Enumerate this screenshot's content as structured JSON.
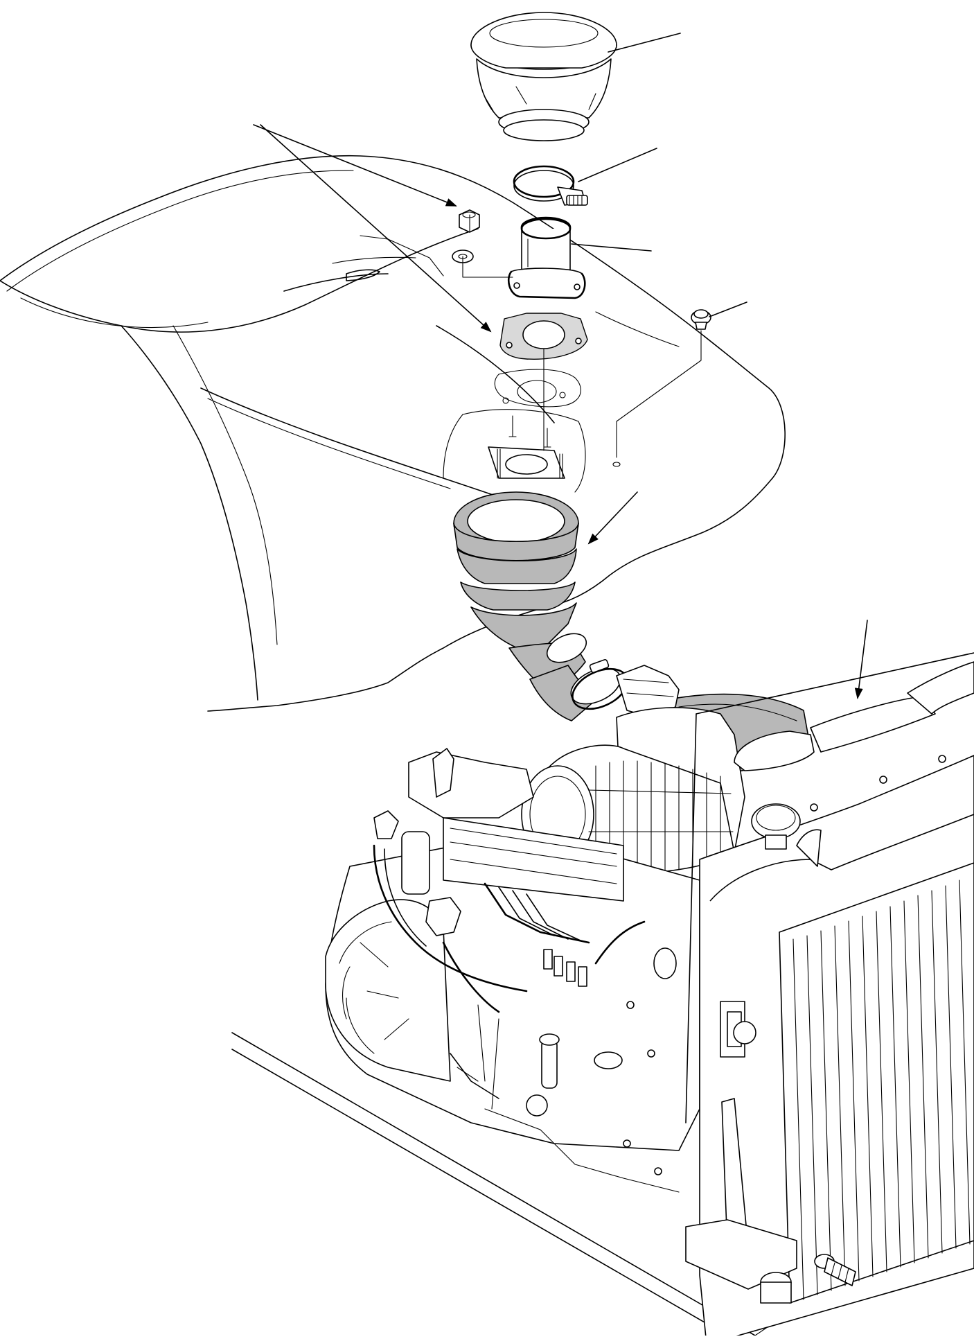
{
  "figure": {
    "colors": {
      "line": "#000000",
      "background": "#ffffff",
      "shading": "#b8b8b8"
    },
    "parts": [
      "pre-cleaner-bowl",
      "hose-clamp",
      "inlet-pipe",
      "mounting-nut",
      "washer",
      "gasket",
      "grommet",
      "hood-panel",
      "rubber-bellows-hose",
      "air-cleaner",
      "engine",
      "radiator",
      "frame-rail"
    ]
  }
}
